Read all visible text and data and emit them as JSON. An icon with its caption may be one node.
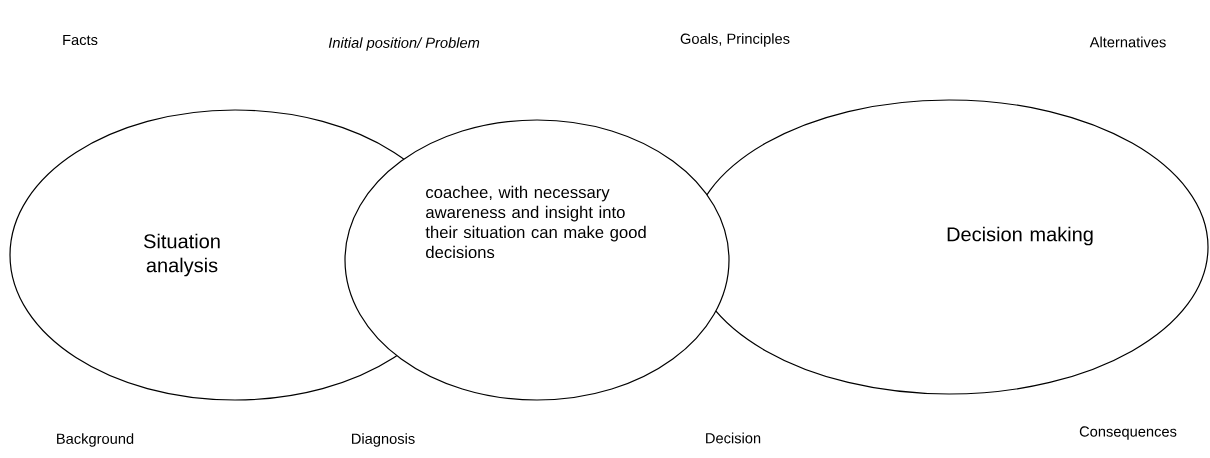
{
  "diagram": {
    "nodes": [
      {
        "text": [
          "Situation analysis"
        ]
      },
      {
        "text": [
          "Decision making"
        ]
      },
      {
        "text": [
          "coachee, with necessary awareness and insight into their situation can make good decisions"
        ]
      }
    ],
    "labels": [
      "Facts",
      "Initial position/ Problem",
      "Goals, Principles",
      "Alternatives",
      "Background",
      "Diagnosis",
      "Decision",
      "Consequences"
    ]
  }
}
